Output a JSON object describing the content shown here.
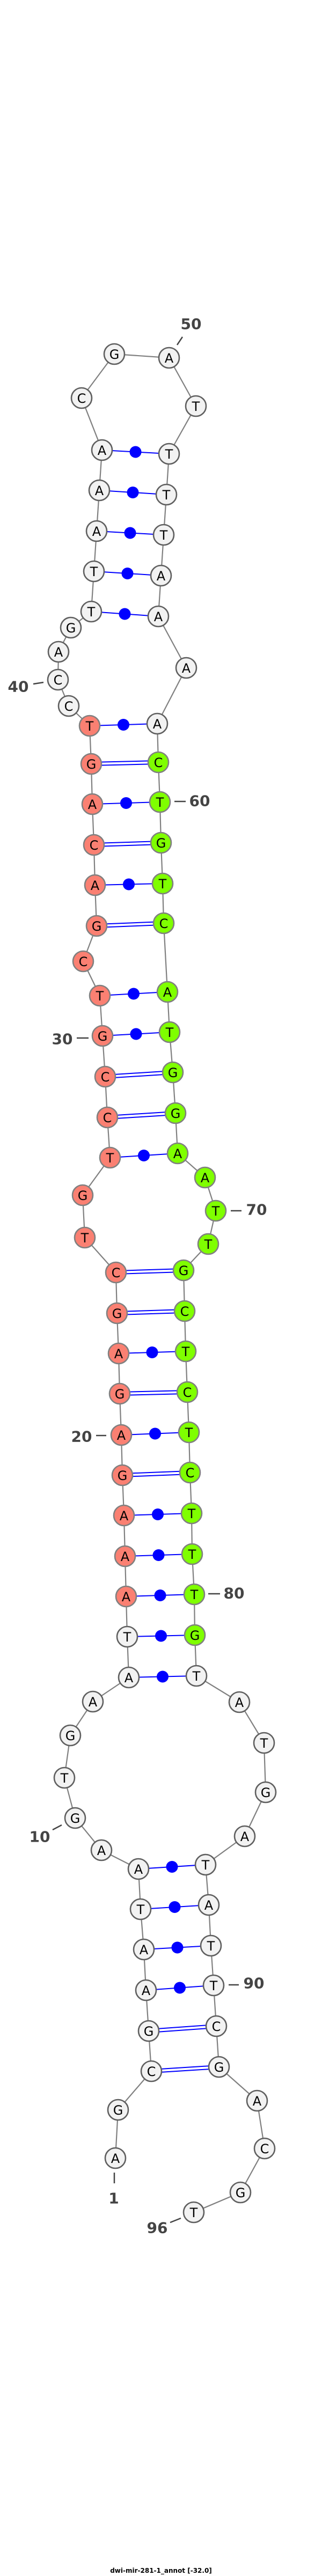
{
  "title": "dwi-mir-281-1_annot [-32.0]",
  "colors": {
    "mature5": "#fa8072",
    "mature3": "#7fff00",
    "none": "#f2f2f2",
    "pair": "#0000ff",
    "backbone": "#808080"
  },
  "sequence": "AGCGAATAAGTGAATAAAGAGAGCTGTCCGTCGACAGTCCAGTTAAACGATTTTAAAACTGTCATGGAATTGCTCTCTTTGTATGATATTCGACGT",
  "regions": {
    "mature5": [
      16,
      38
    ],
    "mature3": [
      59,
      81
    ]
  },
  "pairs": [
    [
      3,
      92
    ],
    [
      4,
      91
    ],
    [
      5,
      90
    ],
    [
      6,
      89
    ],
    [
      7,
      88
    ],
    [
      8,
      87
    ],
    [
      14,
      82
    ],
    [
      15,
      81
    ],
    [
      16,
      80
    ],
    [
      17,
      79
    ],
    [
      18,
      78
    ],
    [
      19,
      77
    ],
    [
      20,
      76
    ],
    [
      21,
      75
    ],
    [
      22,
      74
    ],
    [
      23,
      73
    ],
    [
      24,
      72
    ],
    [
      27,
      68
    ],
    [
      28,
      67
    ],
    [
      29,
      66
    ],
    [
      30,
      65
    ],
    [
      31,
      64
    ],
    [
      33,
      63
    ],
    [
      34,
      62
    ],
    [
      35,
      61
    ],
    [
      36,
      60
    ],
    [
      37,
      59
    ],
    [
      38,
      58
    ],
    [
      43,
      56
    ],
    [
      44,
      55
    ],
    [
      45,
      54
    ],
    [
      46,
      53
    ],
    [
      47,
      52
    ]
  ],
  "number_labels": [
    "1",
    "10",
    "20",
    "30",
    "40",
    "50",
    "60",
    "70",
    "80",
    "90",
    "96"
  ]
}
